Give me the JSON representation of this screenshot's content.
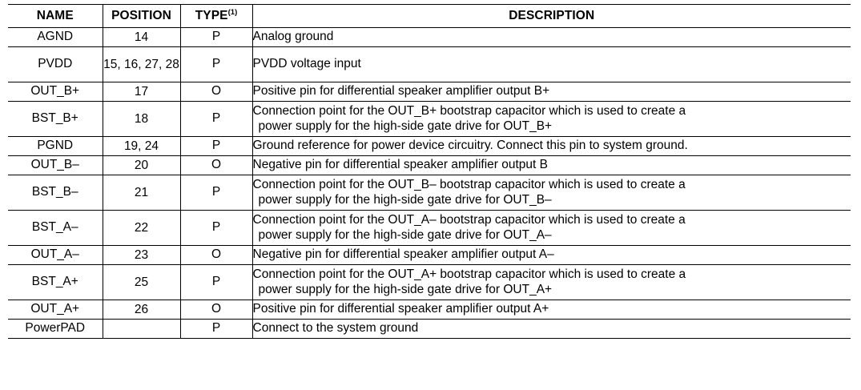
{
  "table": {
    "headers": {
      "name": "NAME",
      "position": "POSITION",
      "type": "TYPE",
      "type_footnote": "(1)",
      "description": "DESCRIPTION"
    },
    "rows": [
      {
        "name": "AGND",
        "position": "14",
        "type": "P",
        "description_line1": "Analog ground",
        "description_line2": ""
      },
      {
        "name": "PVDD",
        "position": "15, 16, 27, 28",
        "type": "P",
        "description_line1": "PVDD voltage input",
        "description_line2": ""
      },
      {
        "name": "OUT_B+",
        "position": "17",
        "type": "O",
        "description_line1": "Positive pin for differential speaker amplifier output B+",
        "description_line2": ""
      },
      {
        "name": "BST_B+",
        "position": "18",
        "type": "P",
        "description_line1": "Connection point for the OUT_B+ bootstrap capacitor which is used to create a",
        "description_line2": "power supply for the high-side gate drive for OUT_B+"
      },
      {
        "name": "PGND",
        "position": "19, 24",
        "type": "P",
        "description_line1": "Ground reference for power device circuitry. Connect this pin to system ground.",
        "description_line2": ""
      },
      {
        "name": "OUT_B–",
        "position": "20",
        "type": "O",
        "description_line1": "Negative pin for differential speaker amplifier output B",
        "description_line2": ""
      },
      {
        "name": "BST_B–",
        "position": "21",
        "type": "P",
        "description_line1": "Connection point for the OUT_B– bootstrap capacitor which is used to create a",
        "description_line2": "power supply for the high-side gate drive for OUT_B–"
      },
      {
        "name": "BST_A–",
        "position": "22",
        "type": "P",
        "description_line1": "Connection point for the OUT_A– bootstrap capacitor which is used to create a",
        "description_line2": "power supply for the high-side gate drive for OUT_A–"
      },
      {
        "name": "OUT_A–",
        "position": "23",
        "type": "O",
        "description_line1": "Negative pin for differential speaker amplifier output A–",
        "description_line2": ""
      },
      {
        "name": "BST_A+",
        "position": "25",
        "type": "P",
        "description_line1": "Connection point for the OUT_A+ bootstrap capacitor which is used to create a",
        "description_line2": "power supply for the high-side gate drive for OUT_A+"
      },
      {
        "name": "OUT_A+",
        "position": "26",
        "type": "O",
        "description_line1": "Positive pin for differential speaker amplifier output A+",
        "description_line2": ""
      },
      {
        "name": "PowerPAD",
        "position": "",
        "type": "P",
        "description_line1": "Connect to the system ground",
        "description_line2": ""
      }
    ]
  },
  "colors": {
    "rule": "#000000",
    "text": "#000000",
    "background": "#ffffff"
  }
}
